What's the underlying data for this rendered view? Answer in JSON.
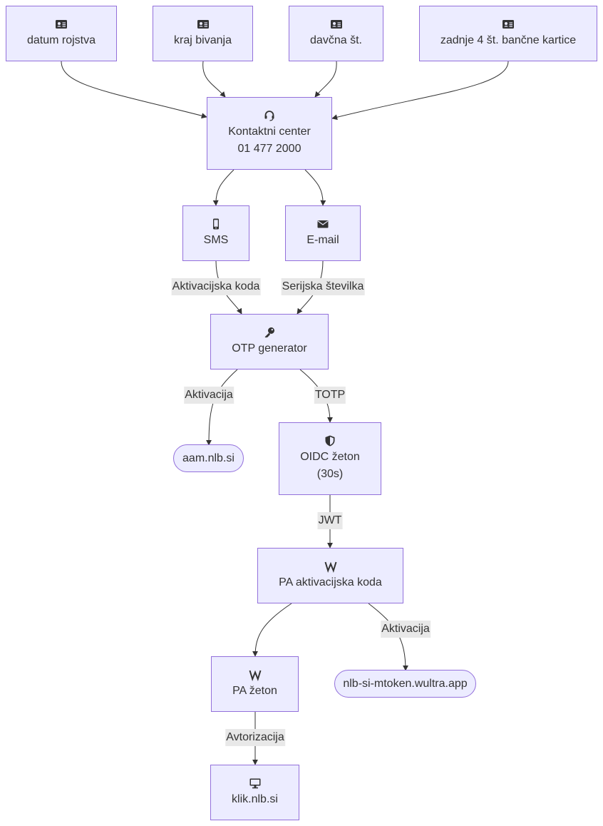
{
  "colors": {
    "node_fill": "#ECECFF",
    "node_border": "#9370DB",
    "edge": "#333333",
    "edge_label_bg": "#e8e8e8",
    "text": "#333333"
  },
  "nodes": {
    "birth_date": {
      "icon": "id-card-icon",
      "lines": [
        "datum rojstva"
      ]
    },
    "residence": {
      "icon": "id-card-icon",
      "lines": [
        "kraj bivanja"
      ]
    },
    "tax_number": {
      "icon": "id-card-icon",
      "lines": [
        "davčna št."
      ]
    },
    "card_digits": {
      "icon": "id-card-icon",
      "lines": [
        "zadnje 4 št. bančne kartice"
      ]
    },
    "contact_center": {
      "icon": "headset-icon",
      "lines": [
        "Kontaktni center",
        "01 477 2000"
      ]
    },
    "sms": {
      "icon": "mobile-phone-icon",
      "lines": [
        "SMS"
      ]
    },
    "email": {
      "icon": "envelope-icon",
      "lines": [
        "E-mail"
      ]
    },
    "otp": {
      "icon": "key-icon",
      "lines": [
        "OTP generator"
      ]
    },
    "aam": {
      "icon": "",
      "lines": [
        "aam.nlb.si"
      ]
    },
    "oidc": {
      "icon": "shield-icon",
      "lines": [
        "OIDC žeton",
        "(30s)"
      ]
    },
    "pa_code": {
      "icon": "wultra-w-icon",
      "lines": [
        "PA aktivacijska koda"
      ]
    },
    "pa_token": {
      "icon": "wultra-w-icon",
      "lines": [
        "PA žeton"
      ]
    },
    "mtoken": {
      "icon": "",
      "lines": [
        "nlb-si-mtoken.wultra.app"
      ]
    },
    "klik": {
      "icon": "desktop-icon",
      "lines": [
        "klik.nlb.si"
      ]
    }
  },
  "edge_labels": {
    "sms_otp": "Aktivacijska koda",
    "email_otp": "Serijska številka",
    "otp_aam": "Aktivacija",
    "otp_oidc": "TOTP",
    "oidc_pa": "JWT",
    "pa_mtoken": "Aktivacija",
    "token_klik": "Avtorizacija"
  }
}
